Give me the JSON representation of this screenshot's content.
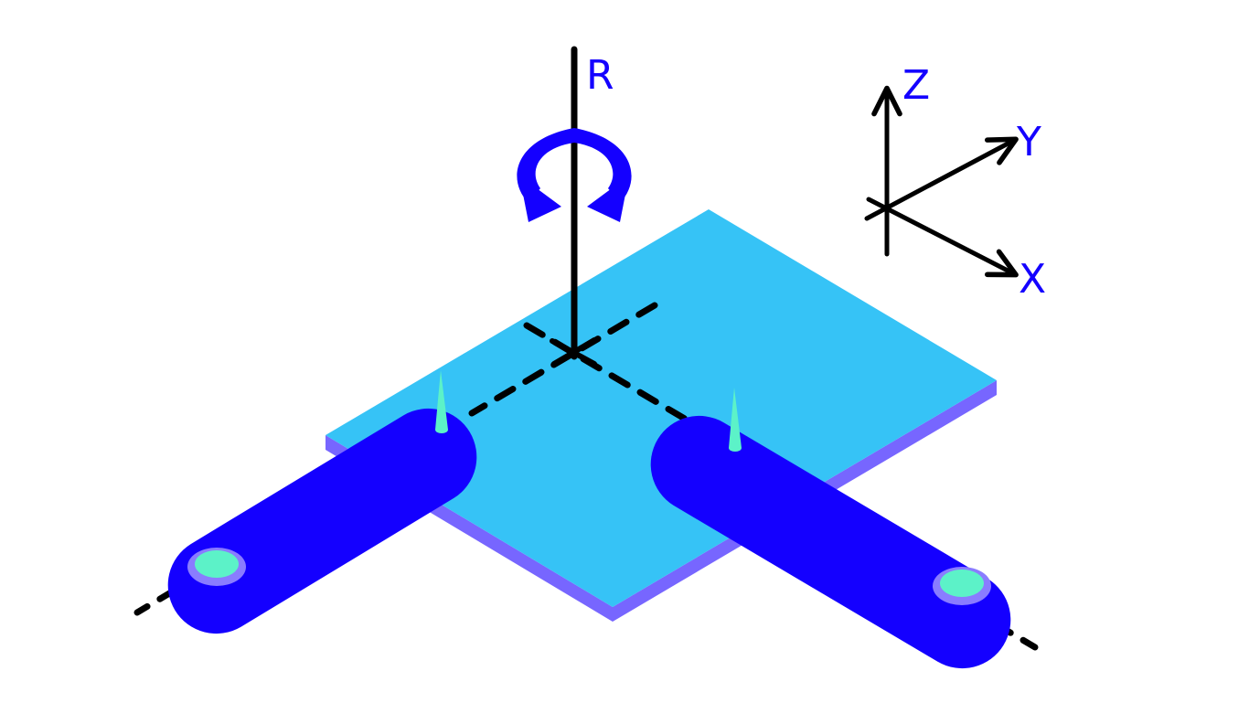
{
  "labels": {
    "rotation_axis": "R",
    "axis_z": "Z",
    "axis_y": "Y",
    "axis_x": "X"
  },
  "colors": {
    "plate_top": "#36C3F6",
    "plate_edge": "#7766FF",
    "arm": "#1400FF",
    "pin": "#5CF2C8",
    "joint_ring": "#8A7CFF",
    "label": "#1400FF",
    "lines": "#000000"
  }
}
